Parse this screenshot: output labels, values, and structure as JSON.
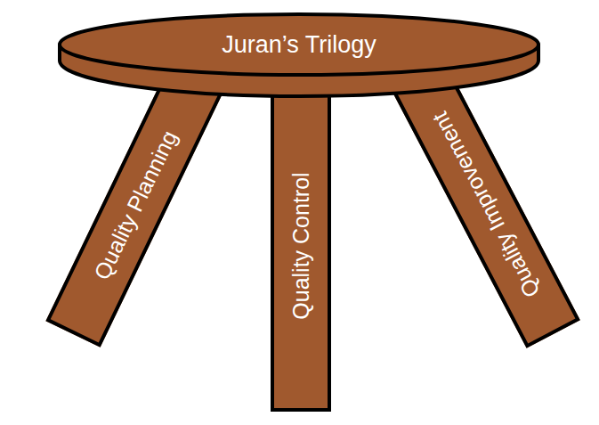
{
  "diagram": {
    "nodes": [
      {
        "text": [
          "Juran’s Trilogy"
        ]
      },
      {
        "text": [
          "Quality Planning"
        ]
      },
      {
        "text": [
          "Quality Control"
        ]
      },
      {
        "text": [
          "Quality Improvement"
        ]
      }
    ]
  }
}
